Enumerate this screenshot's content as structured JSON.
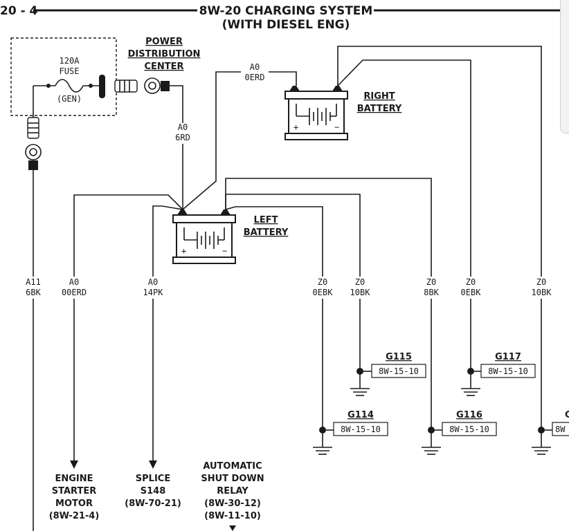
{
  "header": {
    "page_number": "20 - 4",
    "title": "8W-20  CHARGING SYSTEM",
    "subtitle": "(WITH DIESEL ENG)"
  },
  "pdc": {
    "fuse_amps": "120A",
    "fuse_word": "FUSE",
    "fuse_circuit": "(GEN)",
    "label_1": "POWER",
    "label_2": "DISTRIBUTION",
    "label_3": "CENTER"
  },
  "right_battery": {
    "label_1": "RIGHT",
    "label_2": "BATTERY"
  },
  "left_battery": {
    "label_1": "LEFT",
    "label_2": "BATTERY"
  },
  "wires": {
    "a0_0erd_top": {
      "circuit": "A0",
      "gauge_color": "0ERD"
    },
    "a0_6rd": {
      "circuit": "A0",
      "gauge_color": "6RD"
    },
    "a11_6bk": {
      "circuit": "A11",
      "gauge_color": "6BK"
    },
    "a0_00erd": {
      "circuit": "A0",
      "gauge_color": "00ERD"
    },
    "a0_14pk": {
      "circuit": "A0",
      "gauge_color": "14PK"
    },
    "z0_0ebk_1": {
      "circuit": "Z0",
      "gauge_color": "0EBK"
    },
    "z0_10bk_1": {
      "circuit": "Z0",
      "gauge_color": "10BK"
    },
    "z0_8bk": {
      "circuit": "Z0",
      "gauge_color": "8BK"
    },
    "z0_0ebk_2": {
      "circuit": "Z0",
      "gauge_color": "0EBK"
    },
    "z0_10bk_2": {
      "circuit": "Z0",
      "gauge_color": "10BK"
    }
  },
  "grounds": {
    "g115": {
      "id": "G115",
      "ref": "8W-15-10"
    },
    "g117": {
      "id": "G117",
      "ref": "8W-15-10"
    },
    "g114": {
      "id": "G114",
      "ref": "8W-15-10"
    },
    "g116": {
      "id": "G116",
      "ref": "8W-15-10"
    },
    "g_partial": {
      "id": "G",
      "ref": "8W"
    }
  },
  "destinations": {
    "starter": {
      "line_1": "ENGINE",
      "line_2": "STARTER",
      "line_3": "MOTOR",
      "line_4": "(8W-21-4)"
    },
    "splice": {
      "line_1": "SPLICE",
      "line_2": "S148",
      "line_3": "(8W-70-21)"
    },
    "asd": {
      "line_1": "AUTOMATIC",
      "line_2": "SHUT DOWN",
      "line_3": "RELAY",
      "line_4": "(8W-30-12)",
      "line_5": "(8W-11-10)"
    }
  }
}
